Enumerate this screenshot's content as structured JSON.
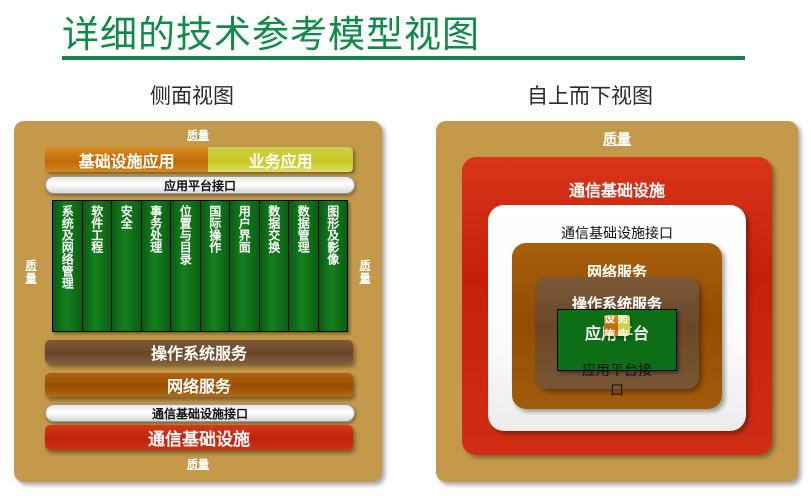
{
  "title": "详细的技术参考模型视图",
  "subtitles": {
    "left": "侧面视图",
    "right": "自上而下视图"
  },
  "colors": {
    "title_green": "#0e8b48",
    "panel_tan": "#c49a4a",
    "green_block": "#0d6e16",
    "red_comm": "#c4200a",
    "brown_os": "#6b4727",
    "orange_net": "#994f00",
    "orange_infra_app": "#c06a05",
    "olive_biz_app": "#c9cb22",
    "white_interface": "#ffffff"
  },
  "side_view": {
    "quality_top": "质量",
    "quality_bottom": "质量",
    "quality_left": "质量",
    "quality_right": "质量",
    "infrastructure_application": "基础设施应用",
    "business_application": "业务应用",
    "application_platform_interface": "应用平台接口",
    "columns": [
      "系统及网络管理",
      "软件工程",
      "安全",
      "事务处理",
      "位置与目录",
      "国际操作",
      "用户界面",
      "数据交换",
      "数据管理",
      "图形及影像"
    ],
    "os_services": "操作系统服务",
    "network_services": "网络服务",
    "communication_infrastructure_interface": "通信基础设施接口",
    "communication_infrastructure": "通信基础设施"
  },
  "topdown_view": {
    "quality": "质量",
    "communication_infrastructure": "通信基础设施",
    "communication_infrastructure_interface": "通信基础设施接口",
    "network_services": "网络服务",
    "os_services": "操作系统服务",
    "application_platform": "应用平台",
    "application_platform_interface": "应用平台接口",
    "infrastructure_application": "基础设施应用",
    "business_application": "业务应用"
  }
}
